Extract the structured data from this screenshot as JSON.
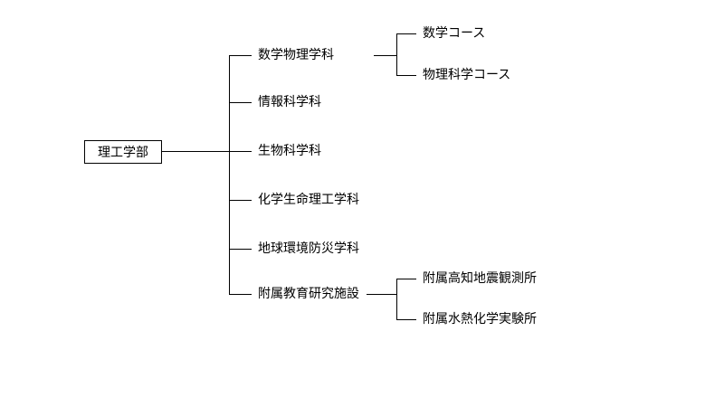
{
  "diagram": {
    "type": "org-chart",
    "colors": {
      "background": "#ffffff",
      "line": "#000000",
      "text": "#000000"
    },
    "root": {
      "label": "理工学部"
    },
    "branches": [
      {
        "label": "数学物理学科",
        "children": [
          {
            "label": "数学コース"
          },
          {
            "label": "物理科学コース"
          }
        ]
      },
      {
        "label": "情報科学科"
      },
      {
        "label": "生物科学科"
      },
      {
        "label": "化学生命理工学科"
      },
      {
        "label": "地球環境防災学科"
      },
      {
        "label": "附属教育研究施設",
        "children": [
          {
            "label": "附属高知地震観測所"
          },
          {
            "label": "附属水熱化学実験所"
          }
        ]
      }
    ]
  }
}
